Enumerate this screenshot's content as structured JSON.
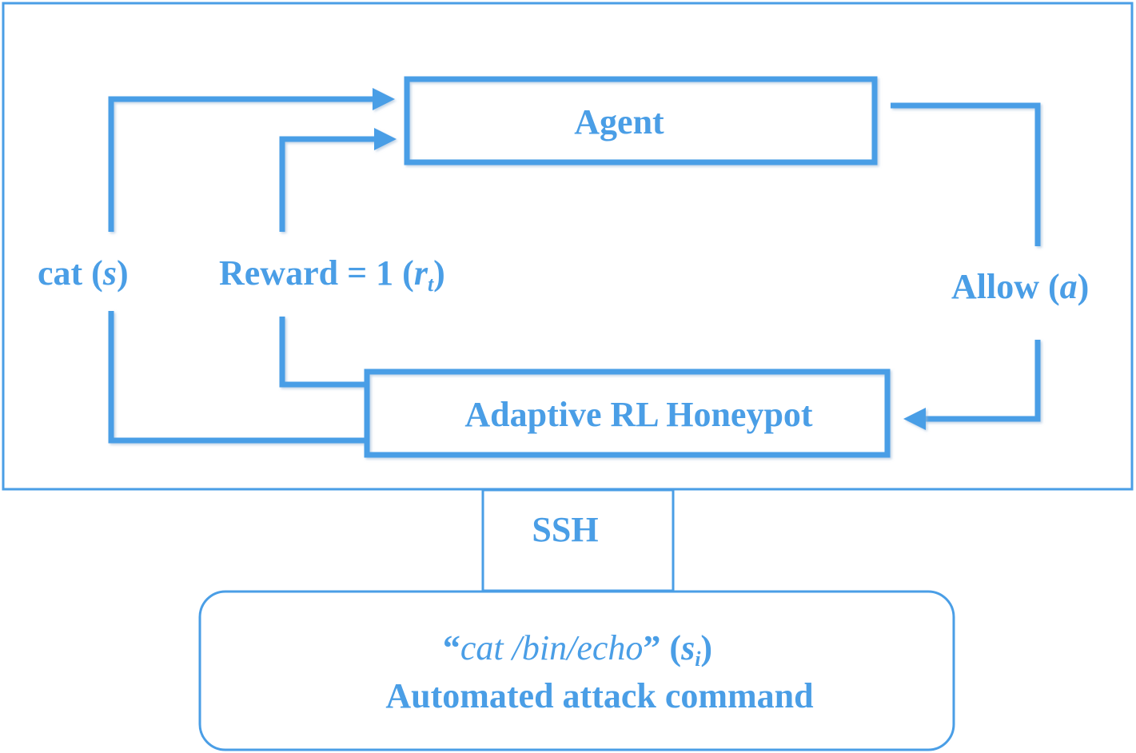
{
  "colors": {
    "accent": "#4a9ee6",
    "background": "#ffffff"
  },
  "diagram": {
    "agent_label": "Agent",
    "honeypot_label": "Adaptive RL Honeypot",
    "state_edge": {
      "text": "cat (",
      "var": "s",
      "close": ")"
    },
    "reward_edge": {
      "text": "Reward = 1 (",
      "var": "r",
      "sub": "t",
      "close": ")"
    },
    "action_edge": {
      "text": "Allow (",
      "var": "a",
      "close": ")"
    },
    "ssh_label": "SSH",
    "attacker": {
      "open_quote": "“",
      "command": "cat /bin/echo",
      "close_quote": "”",
      "var_open": " (",
      "var": "s",
      "sub": "i",
      "var_close": ")",
      "description": "Automated attack command"
    }
  }
}
